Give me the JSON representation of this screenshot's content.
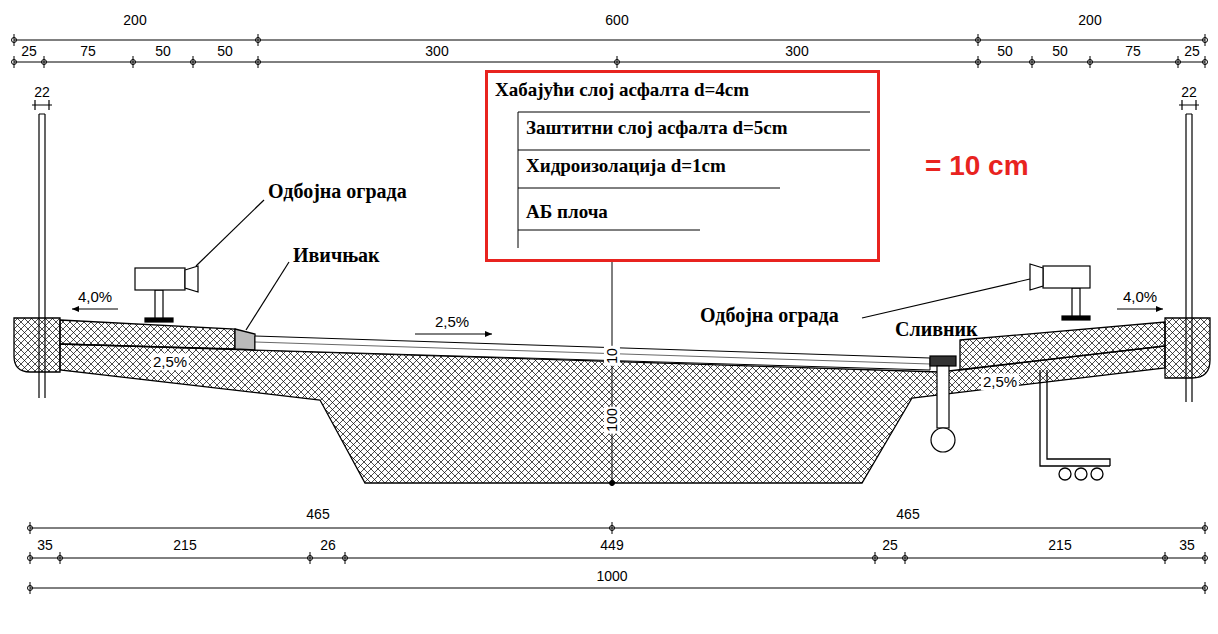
{
  "diagram": {
    "nodes": [
      {
        "text": [
          "Хабајући слој асфалта d=4cm",
          "Заштитни слој асфалта d=5cm",
          "Хидроизолација d=1cm",
          "АБ плоча"
        ]
      }
    ],
    "labels": [
      "200",
      "600",
      "200",
      "25",
      "75",
      "50",
      "50",
      "300",
      "300",
      "50",
      "50",
      "75",
      "25",
      "22",
      "22",
      "= 10 cm",
      "Одбојна ограда",
      "4,0%",
      "Ивичњак",
      "2,5%",
      "10",
      "Сливник",
      "Одбојна ограда",
      "4,0%",
      "2,5%",
      "2,5%",
      "100",
      "465",
      "465",
      "35",
      "215",
      "26",
      "449",
      "25",
      "215",
      "35",
      "1000"
    ]
  }
}
